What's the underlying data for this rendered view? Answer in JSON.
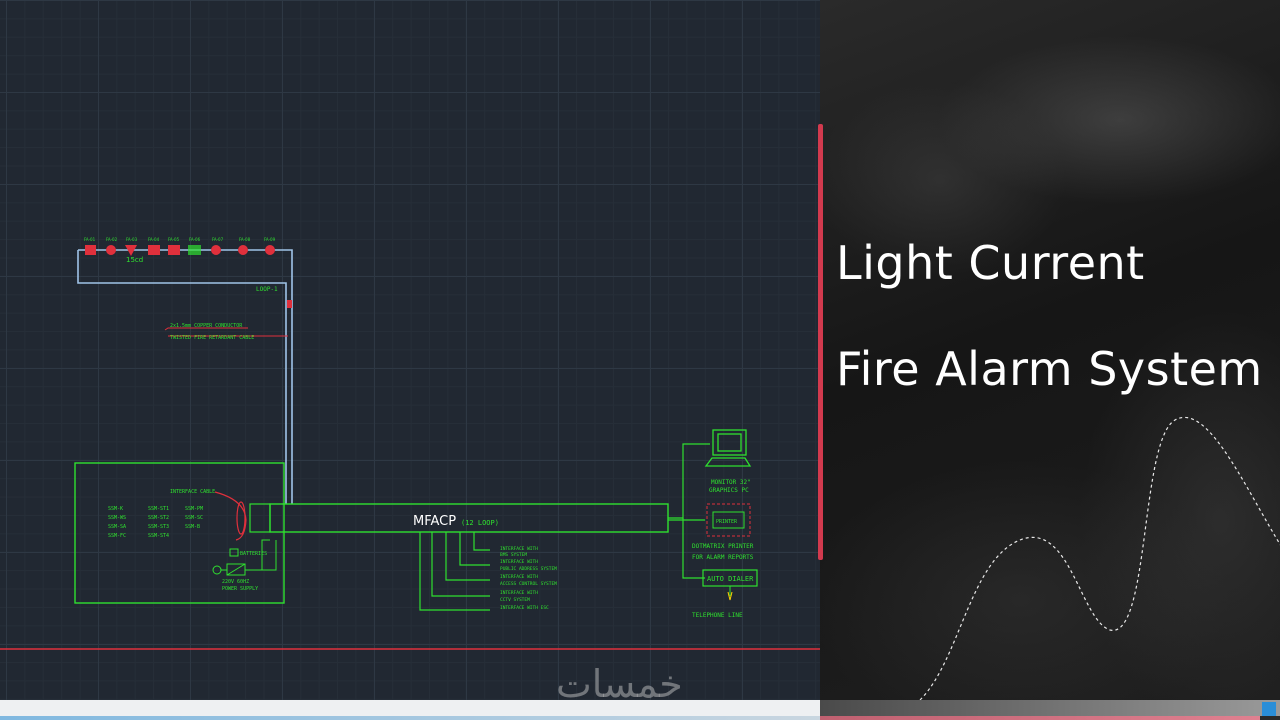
{
  "title": {
    "line1": "Light Current",
    "line2": "Fire Alarm System"
  },
  "watermark": "خمسات",
  "diagram": {
    "panel_label": "MFACP",
    "panel_suffix": "(12 LOOP)",
    "loop_label": "LOOP-1",
    "cable_note_1": "2x1.5mm COPPER CONDUCTOR",
    "cable_note_2": "TWISTED FIRE RETARDANT CABLE",
    "device_candela": "15cd",
    "interface_cable": "INTERFACE CABLE",
    "left_col1": [
      "SSM-K",
      "SSM-WS",
      "SSM-SA",
      "SSM-FC"
    ],
    "left_col2": [
      "SSM-ST1",
      "SSM-ST2",
      "SSM-ST3",
      "SSM-ST4"
    ],
    "left_col3": [
      "SSM-PM",
      "SSM-SC",
      "SSM-B"
    ],
    "batteries": "BATTERIES",
    "power_supply_1": "220V 60HZ",
    "power_supply_2": "POWER SUPPLY",
    "interfaces": [
      "INTERFACE WITH",
      "BMS SYSTEM",
      "INTERFACE WITH",
      "PUBLIC ADDRESS SYSTEM",
      "INTERFACE WITH",
      "ACCESS CONTROL SYSTEM",
      "INTERFACE WITH",
      "CCTV SYSTEM",
      "INTERFACE WITH ESC"
    ],
    "monitor_label_1": "MONITOR 32\"",
    "monitor_label_2": "GRAPHICS PC",
    "printer_box": "PRINTER",
    "printer_label_1": "DOTMATRIX PRINTER",
    "printer_label_2": "FOR ALARM REPORTS",
    "auto_dialer": "AUTO DIALER",
    "telephone_line": "TELEPHONE LINE"
  },
  "colors": {
    "cad_bg": "#212832",
    "green": "#2fe02f",
    "red": "#e0303c",
    "blue_line": "#9fc4e8",
    "accent": "#d23a4e"
  }
}
